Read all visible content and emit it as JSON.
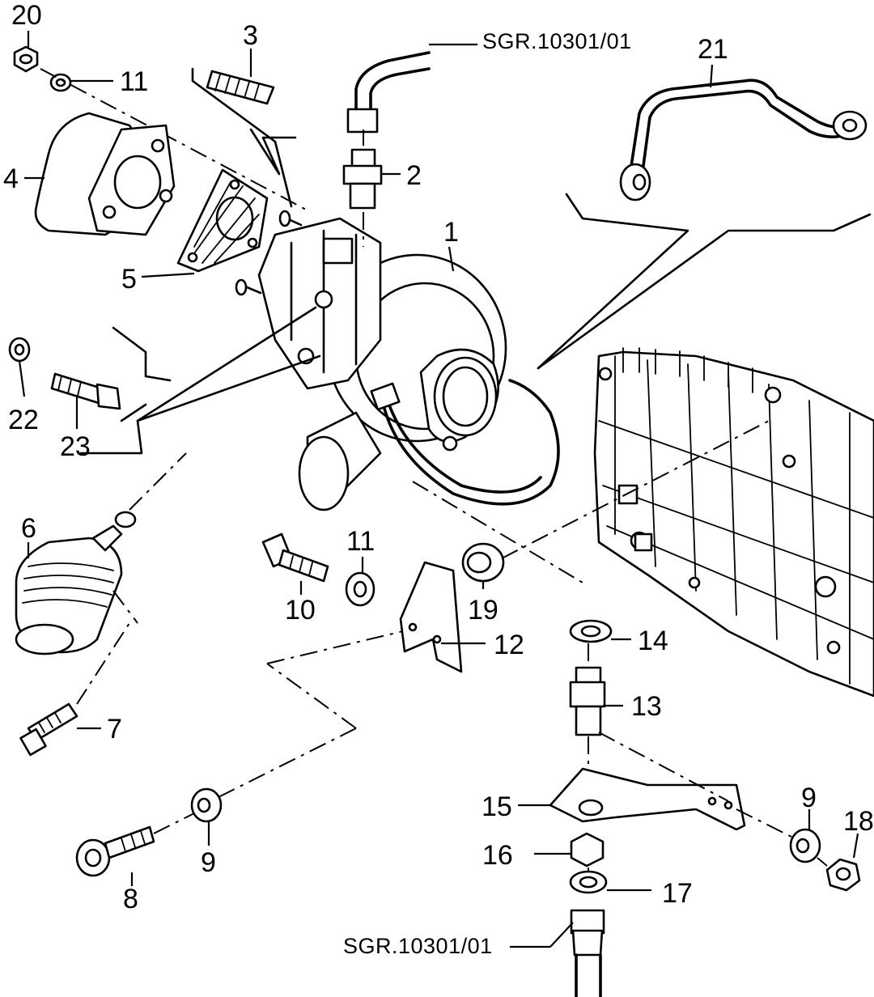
{
  "diagram": {
    "parts": [
      {
        "key": "p1",
        "label": "1"
      },
      {
        "key": "p2",
        "label": "2"
      },
      {
        "key": "p3",
        "label": "3"
      },
      {
        "key": "p4",
        "label": "4"
      },
      {
        "key": "p5",
        "label": "5"
      },
      {
        "key": "p6",
        "label": "6"
      },
      {
        "key": "p7",
        "label": "7"
      },
      {
        "key": "p8",
        "label": "8"
      },
      {
        "key": "p9a",
        "label": "9"
      },
      {
        "key": "p9b",
        "label": "9"
      },
      {
        "key": "p10",
        "label": "10"
      },
      {
        "key": "p11a",
        "label": "11"
      },
      {
        "key": "p11b",
        "label": "11"
      },
      {
        "key": "p12",
        "label": "12"
      },
      {
        "key": "p13",
        "label": "13"
      },
      {
        "key": "p14",
        "label": "14"
      },
      {
        "key": "p15",
        "label": "15"
      },
      {
        "key": "p16",
        "label": "16"
      },
      {
        "key": "p17",
        "label": "17"
      },
      {
        "key": "p18",
        "label": "18"
      },
      {
        "key": "p19",
        "label": "19"
      },
      {
        "key": "p20",
        "label": "20"
      },
      {
        "key": "p21",
        "label": "21"
      },
      {
        "key": "p22",
        "label": "22"
      },
      {
        "key": "p23",
        "label": "23"
      }
    ],
    "references": [
      {
        "key": "ref_top",
        "label": "SGR.10301/01"
      },
      {
        "key": "ref_bottom",
        "label": "SGR.10301/01"
      }
    ]
  }
}
